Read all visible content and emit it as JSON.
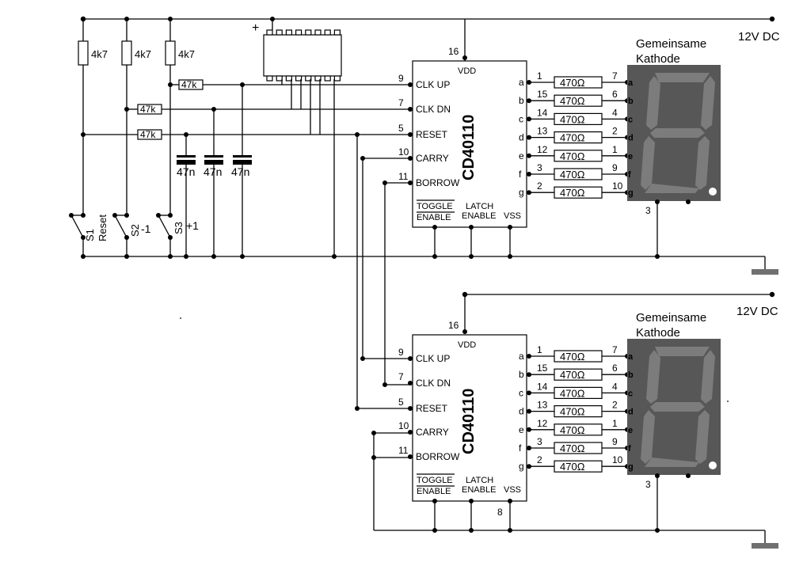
{
  "supply": {
    "label": "12V DC",
    "label2": "12V DC"
  },
  "resistors": {
    "pullup": "4k7",
    "series": "47k",
    "segment": "470Ω"
  },
  "capacitor": "47n",
  "switches": [
    {
      "name": "S1",
      "function": "Reset"
    },
    {
      "name": "S2",
      "function": "-1"
    },
    {
      "name": "S3",
      "function": "+1"
    }
  ],
  "polarity": "+",
  "ic": {
    "name": "CD40110",
    "vdd": "VDD",
    "vdd_pin": "16",
    "vss": "VSS",
    "vss_pin": "8",
    "inputs": [
      {
        "pin": "9",
        "label": "CLK UP"
      },
      {
        "pin": "7",
        "label": "CLK DN"
      },
      {
        "pin": "5",
        "label": "RESET"
      },
      {
        "pin": "10",
        "label": "CARRY"
      },
      {
        "pin": "11",
        "label": "BORROW"
      }
    ],
    "toggle": "TOGGLE",
    "enable": "ENABLE",
    "latch": "LATCH",
    "latch_enable": "ENABLE",
    "outputs": [
      {
        "seg": "a",
        "pin": "1",
        "disp_pin": "7"
      },
      {
        "seg": "b",
        "pin": "15",
        "disp_pin": "6"
      },
      {
        "seg": "c",
        "pin": "14",
        "disp_pin": "4"
      },
      {
        "seg": "d",
        "pin": "13",
        "disp_pin": "2"
      },
      {
        "seg": "e",
        "pin": "12",
        "disp_pin": "1"
      },
      {
        "seg": "f",
        "pin": "3",
        "disp_pin": "9"
      },
      {
        "seg": "g",
        "pin": "2",
        "disp_pin": "10"
      }
    ]
  },
  "display": {
    "title_line1": "Gemeinsame",
    "title_line2": "Kathode",
    "common_pin": "3"
  }
}
